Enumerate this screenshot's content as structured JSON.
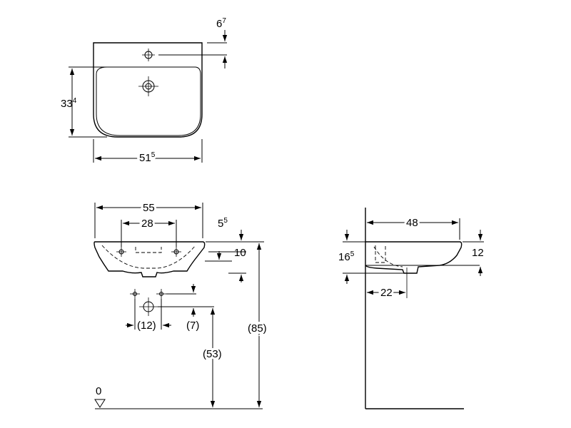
{
  "top_view": {
    "depth_main": "33",
    "depth_sup": "4",
    "width_main": "51",
    "width_sup": "5",
    "tap_offset_main": "6",
    "tap_offset_sup": "7"
  },
  "front_view": {
    "overall_width": "55",
    "tap_spacing": "28",
    "rim_offset_main": "5",
    "rim_offset_sup": "5",
    "basin_height": "10",
    "waste_spacing": "(12)",
    "waste_offset": "(7)",
    "waste_height": "(53)",
    "rim_height": "(85)",
    "floor_label": "0"
  },
  "side_view": {
    "projection": "48",
    "height_main": "16",
    "height_sup": "5",
    "rim_thickness": "12",
    "waste_distance": "22"
  }
}
